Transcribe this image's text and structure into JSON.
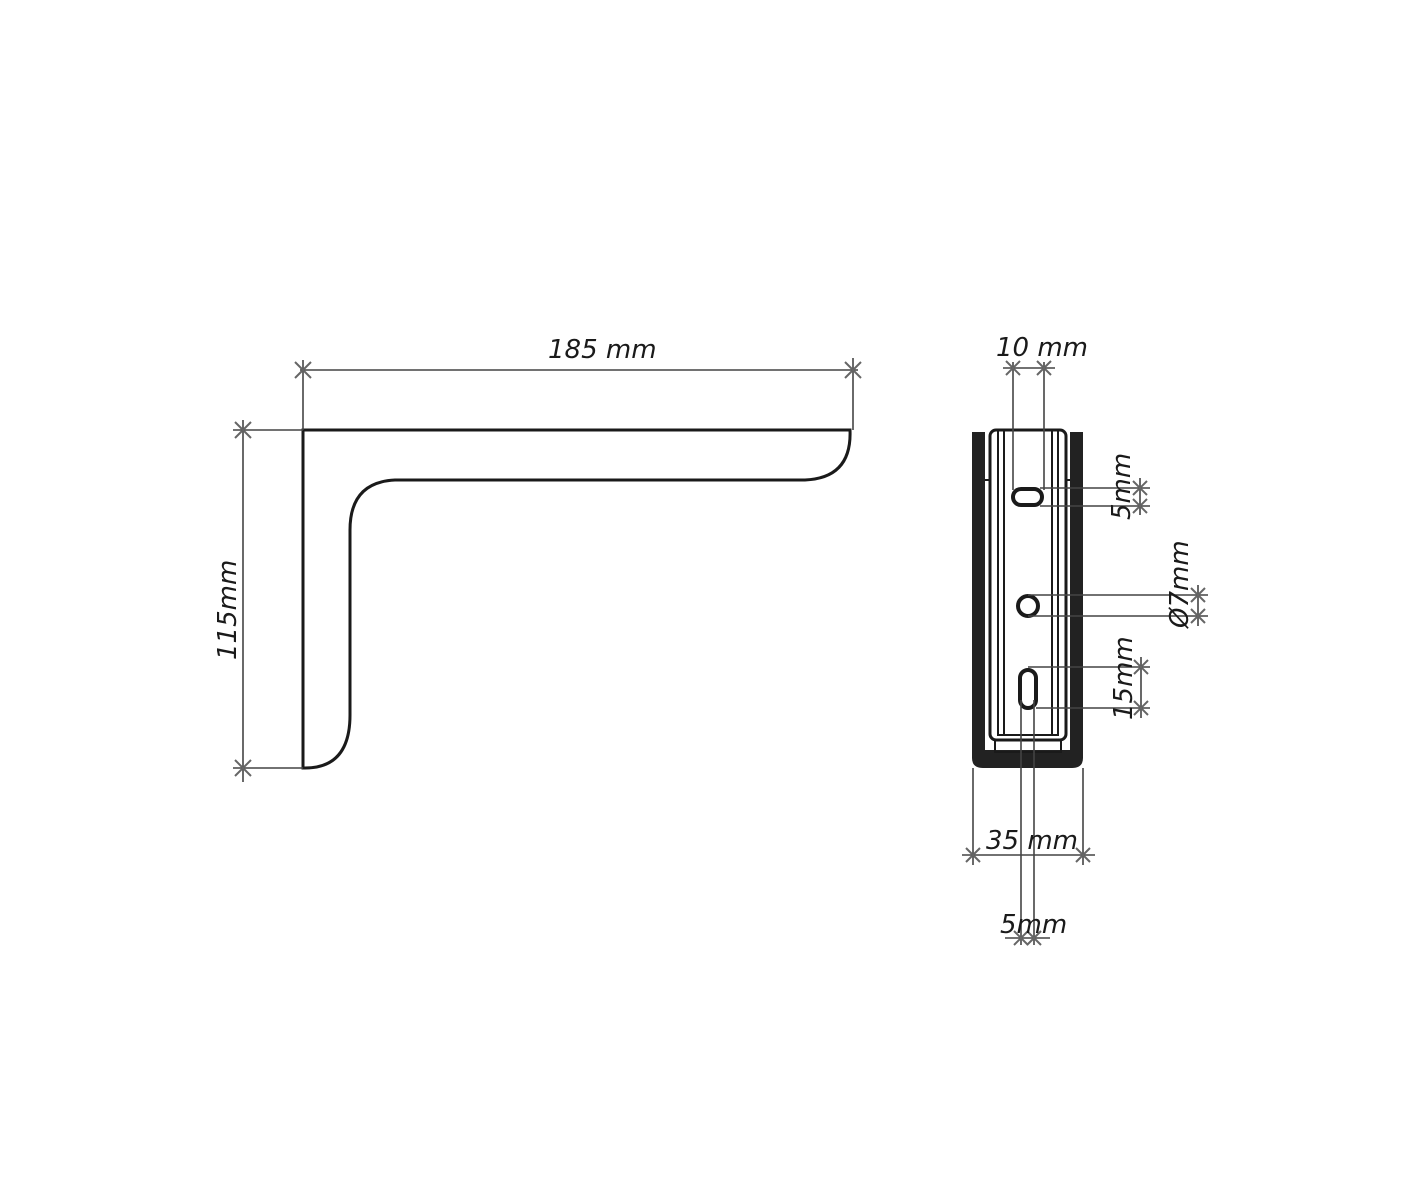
{
  "drawing": {
    "side_view": {
      "width_label": "185 mm",
      "height_label": "115mm"
    },
    "front_view": {
      "slot_width_label": "10 mm",
      "slot_height_label": "5mm",
      "hole_diameter_label": "Ø7mm",
      "long_slot_label": "15mm",
      "total_width_label": "35 mm",
      "offset_label": "5mm"
    }
  }
}
